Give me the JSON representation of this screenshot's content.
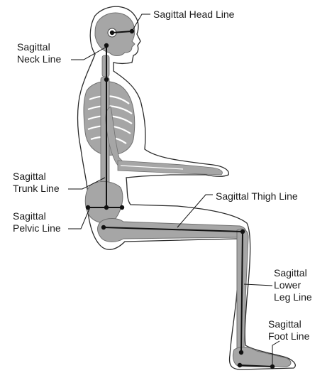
{
  "labels": {
    "head": "Sagittal Head Line",
    "neck_1": "Sagittal",
    "neck_2": "Neck Line",
    "trunk_1": "Sagittal",
    "trunk_2": "Trunk Line",
    "thigh": "Sagittal Thigh Line",
    "pelvic_1": "Sagittal",
    "pelvic_2": "Pelvic Line",
    "lowerleg_1": "Sagittal",
    "lowerleg_2": "Lower",
    "lowerleg_3": "Leg Line",
    "foot_1": "Sagittal",
    "foot_2": "Foot Line"
  },
  "colors": {
    "outline": "#2a2a2a",
    "skeleton": "#a6a6a6",
    "skeleton_edge": "#6f6f6f",
    "line": "#111111",
    "background": "#ffffff"
  }
}
